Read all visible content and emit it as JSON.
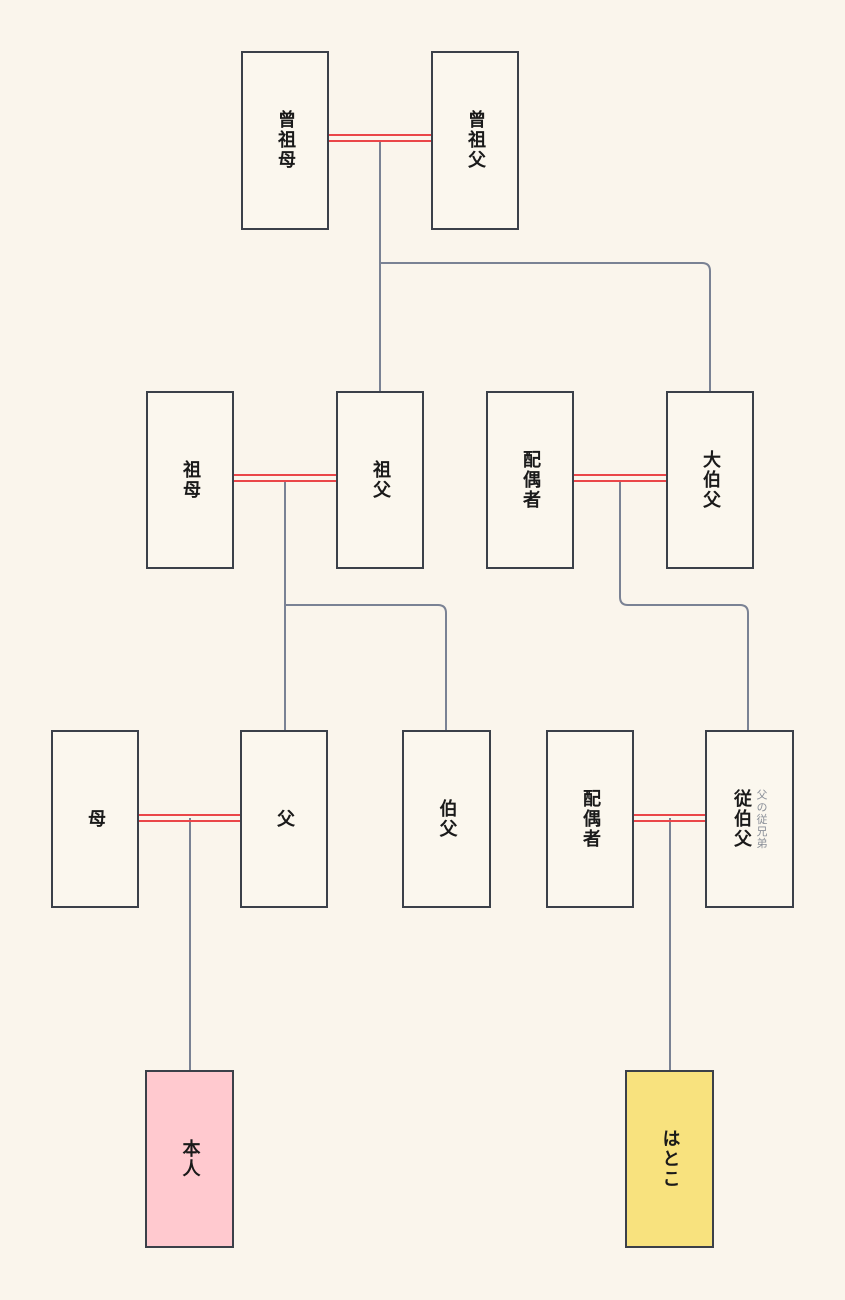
{
  "diagram": {
    "type": "family-tree",
    "background": "#FAF5EC",
    "colors": {
      "box_border": "#3B4049",
      "box_fill": "#FBF7EE",
      "marriage_line": "#EA4649",
      "descent_connector": "#7A8294",
      "self_fill": "#FFC9CF",
      "second_cousin_fill": "#F8E27E",
      "sublabel_text": "#8A8F98",
      "label_text": "#1A1A1A"
    },
    "nodes": [
      {
        "id": "great-grandmother",
        "label": "曾祖母"
      },
      {
        "id": "great-grandfather",
        "label": "曾祖父"
      },
      {
        "id": "grandmother",
        "label": "祖母"
      },
      {
        "id": "grandfather",
        "label": "祖父"
      },
      {
        "id": "granduncle-spouse",
        "label": "配偶者"
      },
      {
        "id": "granduncle",
        "label": "大伯父"
      },
      {
        "id": "mother",
        "label": "母"
      },
      {
        "id": "father",
        "label": "父"
      },
      {
        "id": "uncle",
        "label": "伯父"
      },
      {
        "id": "fathers-cousin-spouse",
        "label": "配偶者"
      },
      {
        "id": "fathers-cousin",
        "label": "従伯父",
        "sublabel": "父の従兄弟"
      },
      {
        "id": "self",
        "label": "本人",
        "fill": "#FFC9CF"
      },
      {
        "id": "second-cousin",
        "label": "はとこ",
        "fill": "#F8E27E"
      }
    ],
    "marriages": [
      {
        "between": [
          "great-grandmother",
          "great-grandfather"
        ]
      },
      {
        "between": [
          "grandmother",
          "grandfather"
        ]
      },
      {
        "between": [
          "granduncle-spouse",
          "granduncle"
        ]
      },
      {
        "between": [
          "mother",
          "father"
        ]
      },
      {
        "between": [
          "fathers-cousin-spouse",
          "fathers-cousin"
        ]
      }
    ],
    "descents": [
      {
        "from": "great-grandparents-marriage",
        "to": [
          "grandfather",
          "granduncle"
        ]
      },
      {
        "from": "grandparents-marriage",
        "to": [
          "father",
          "uncle"
        ]
      },
      {
        "from": "granduncle-marriage",
        "to": [
          "fathers-cousin"
        ]
      },
      {
        "from": "parents-marriage",
        "to": [
          "self"
        ]
      },
      {
        "from": "fathers-cousin-marriage",
        "to": [
          "second-cousin"
        ]
      }
    ]
  }
}
